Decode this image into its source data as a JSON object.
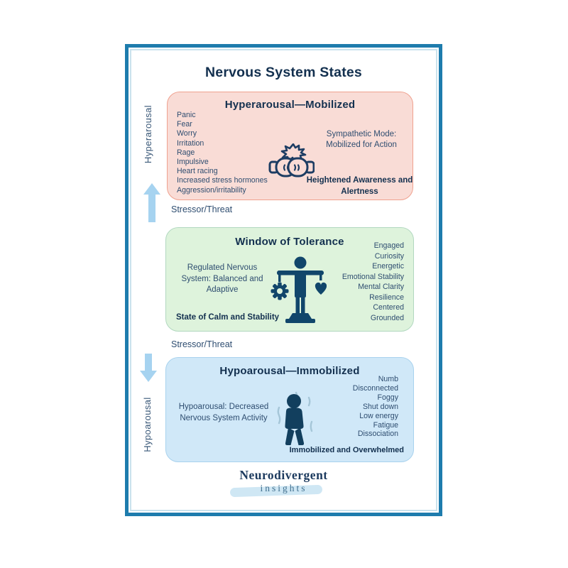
{
  "poster": {
    "title": "Nervous System States",
    "axis": {
      "top_label": "Hyperarousal",
      "bottom_label": "Hypoarousal",
      "stressor_top": "Stressor/Threat",
      "stressor_bottom": "Stressor/Threat"
    },
    "hyper": {
      "title": "Hyperarousal—Mobilized",
      "symptoms": [
        "Panic",
        "Fear",
        "Worry",
        "Irritation",
        "Rage",
        "Impulsive",
        "Heart racing",
        "Increased stress hormones",
        "Aggression/irritability"
      ],
      "mode": "Sympathetic Mode: Mobilized for Action",
      "bold_note": "Heightened Awareness and Alertness",
      "icon": "boxing-gloves-icon"
    },
    "window": {
      "title": "Window of Tolerance",
      "desc": "Regulated Nervous System: Balanced and Adaptive",
      "traits": [
        "Engaged",
        "Curiosity",
        "Energetic",
        "Emotional Stability",
        "Mental Clarity",
        "Resilience",
        "Centered",
        "Grounded"
      ],
      "bold_note": "State of Calm and Stability",
      "icon": "balance-scale-person-icon"
    },
    "hypo": {
      "title": "Hypoarousal—Immobilized",
      "desc": "Hypoarousal: Decreased Nervous System Activity",
      "traits": [
        "Numb",
        "Disconnected",
        "Foggy",
        "Shut down",
        "Low energy",
        "Fatigue",
        "Dissociation"
      ],
      "bold_note": "Immobilized and Overwhelmed",
      "icon": "slumped-person-icon"
    },
    "logo": {
      "name": "Neurodivergent",
      "sub": "insights"
    }
  },
  "colors": {
    "frame": "#1e7cad",
    "hyper_fill": "#f9dcd6",
    "hyper_border": "#efa18f",
    "window_fill": "#def3dc",
    "window_border": "#b2d8c0",
    "hypo_fill": "#d0e8f8",
    "hypo_border": "#a8d2ee",
    "arrow": "#a6d3f0",
    "text_navy": "#2e4d70",
    "heading_navy": "#13304f",
    "icon_navy": "#12466b"
  }
}
